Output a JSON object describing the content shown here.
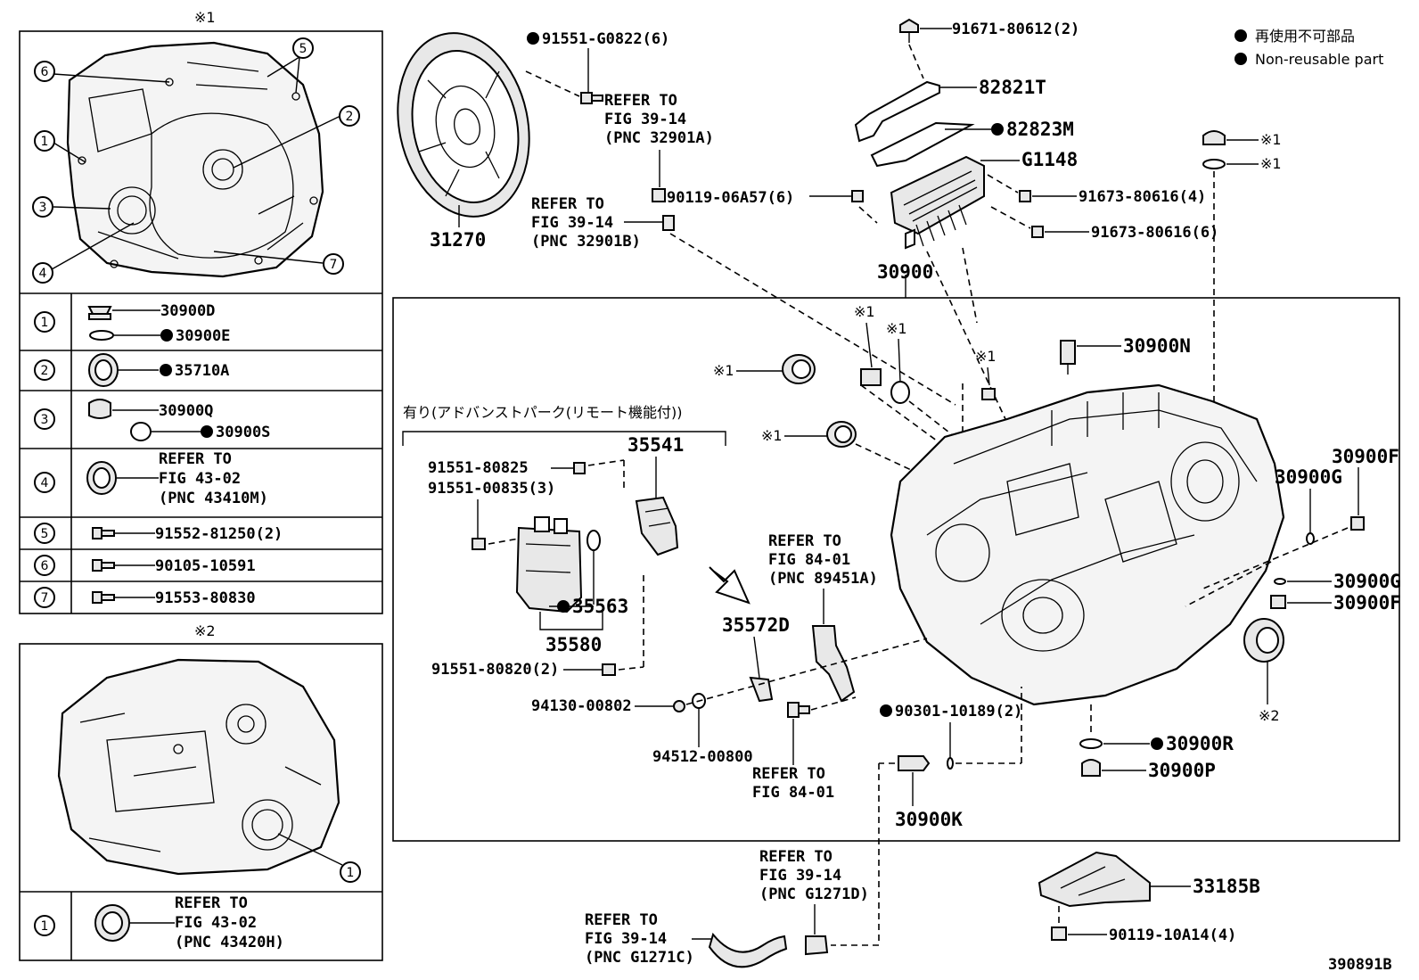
{
  "legend": {
    "jp": "再使用不可部品",
    "en": "Non-reusable part"
  },
  "figure_id": "390891B",
  "mark_1": "※1",
  "mark_2": "※2",
  "inset1": {
    "rows": [
      {
        "num": "1",
        "parts": [
          "30900D",
          "30900E"
        ]
      },
      {
        "num": "2",
        "parts": [
          "35710A"
        ]
      },
      {
        "num": "3",
        "parts": [
          "30900Q",
          "30900S"
        ]
      },
      {
        "num": "4",
        "refer": [
          "REFER TO",
          "FIG 43-02",
          "(PNC 43410M)"
        ]
      },
      {
        "num": "5",
        "parts": [
          "91552-81250(2)"
        ]
      },
      {
        "num": "6",
        "parts": [
          "90105-10591"
        ]
      },
      {
        "num": "7",
        "parts": [
          "91553-80830"
        ]
      }
    ],
    "callouts": [
      "1",
      "2",
      "3",
      "4",
      "5",
      "6",
      "7"
    ]
  },
  "inset2": {
    "rows": [
      {
        "num": "1",
        "refer": [
          "REFER TO",
          "FIG 43-02",
          "(PNC 43420H)"
        ]
      }
    ],
    "callout": "1"
  },
  "labels": {
    "p91551_G0822": "91551-G0822(6)",
    "refer_32901A": [
      "REFER TO",
      "FIG 39-14",
      "(PNC 32901A)"
    ],
    "refer_32901B": [
      "REFER TO",
      "FIG 39-14",
      "(PNC 32901B)"
    ],
    "p31270": "31270",
    "p91671": "91671-80612(2)",
    "p82821T": "82821T",
    "p82823M": "82823M",
    "pG1148": "G1148",
    "p90119_06A57": "90119-06A57(6)",
    "p91673_4": "91673-80616(4)",
    "p91673_6": "91673-80616(6)",
    "p30900": "30900",
    "p30900N": "30900N",
    "sub_title": "有り(アドバンストパーク(リモート機能付))",
    "p35541": "35541",
    "p91551_80825": "91551-80825",
    "p91551_00835": "91551-00835(3)",
    "p35563": "35563",
    "p35580": "35580",
    "p91551_80820": "91551-80820(2)",
    "refer_89451A": [
      "REFER TO",
      "FIG 84-01",
      "(PNC 89451A)"
    ],
    "p35572D": "35572D",
    "p94130": "94130-00802",
    "p94512": "94512-00800",
    "refer_84_01": [
      "REFER TO",
      "FIG 84-01"
    ],
    "p90301": "90301-10189(2)",
    "p30900K": "30900K",
    "p30900F_top": "30900F",
    "p30900G_top": "30900G",
    "p30900G_bot": "30900G",
    "p30900F_bot": "30900F",
    "p30900R": "30900R",
    "p30900P": "30900P",
    "refer_G1271D": [
      "REFER TO",
      "FIG 39-14",
      "(PNC G1271D)"
    ],
    "refer_G1271C": [
      "REFER TO",
      "FIG 39-14",
      "(PNC G1271C)"
    ],
    "p33185B": "33185B",
    "p90119_10A14": "90119-10A14(4)"
  }
}
